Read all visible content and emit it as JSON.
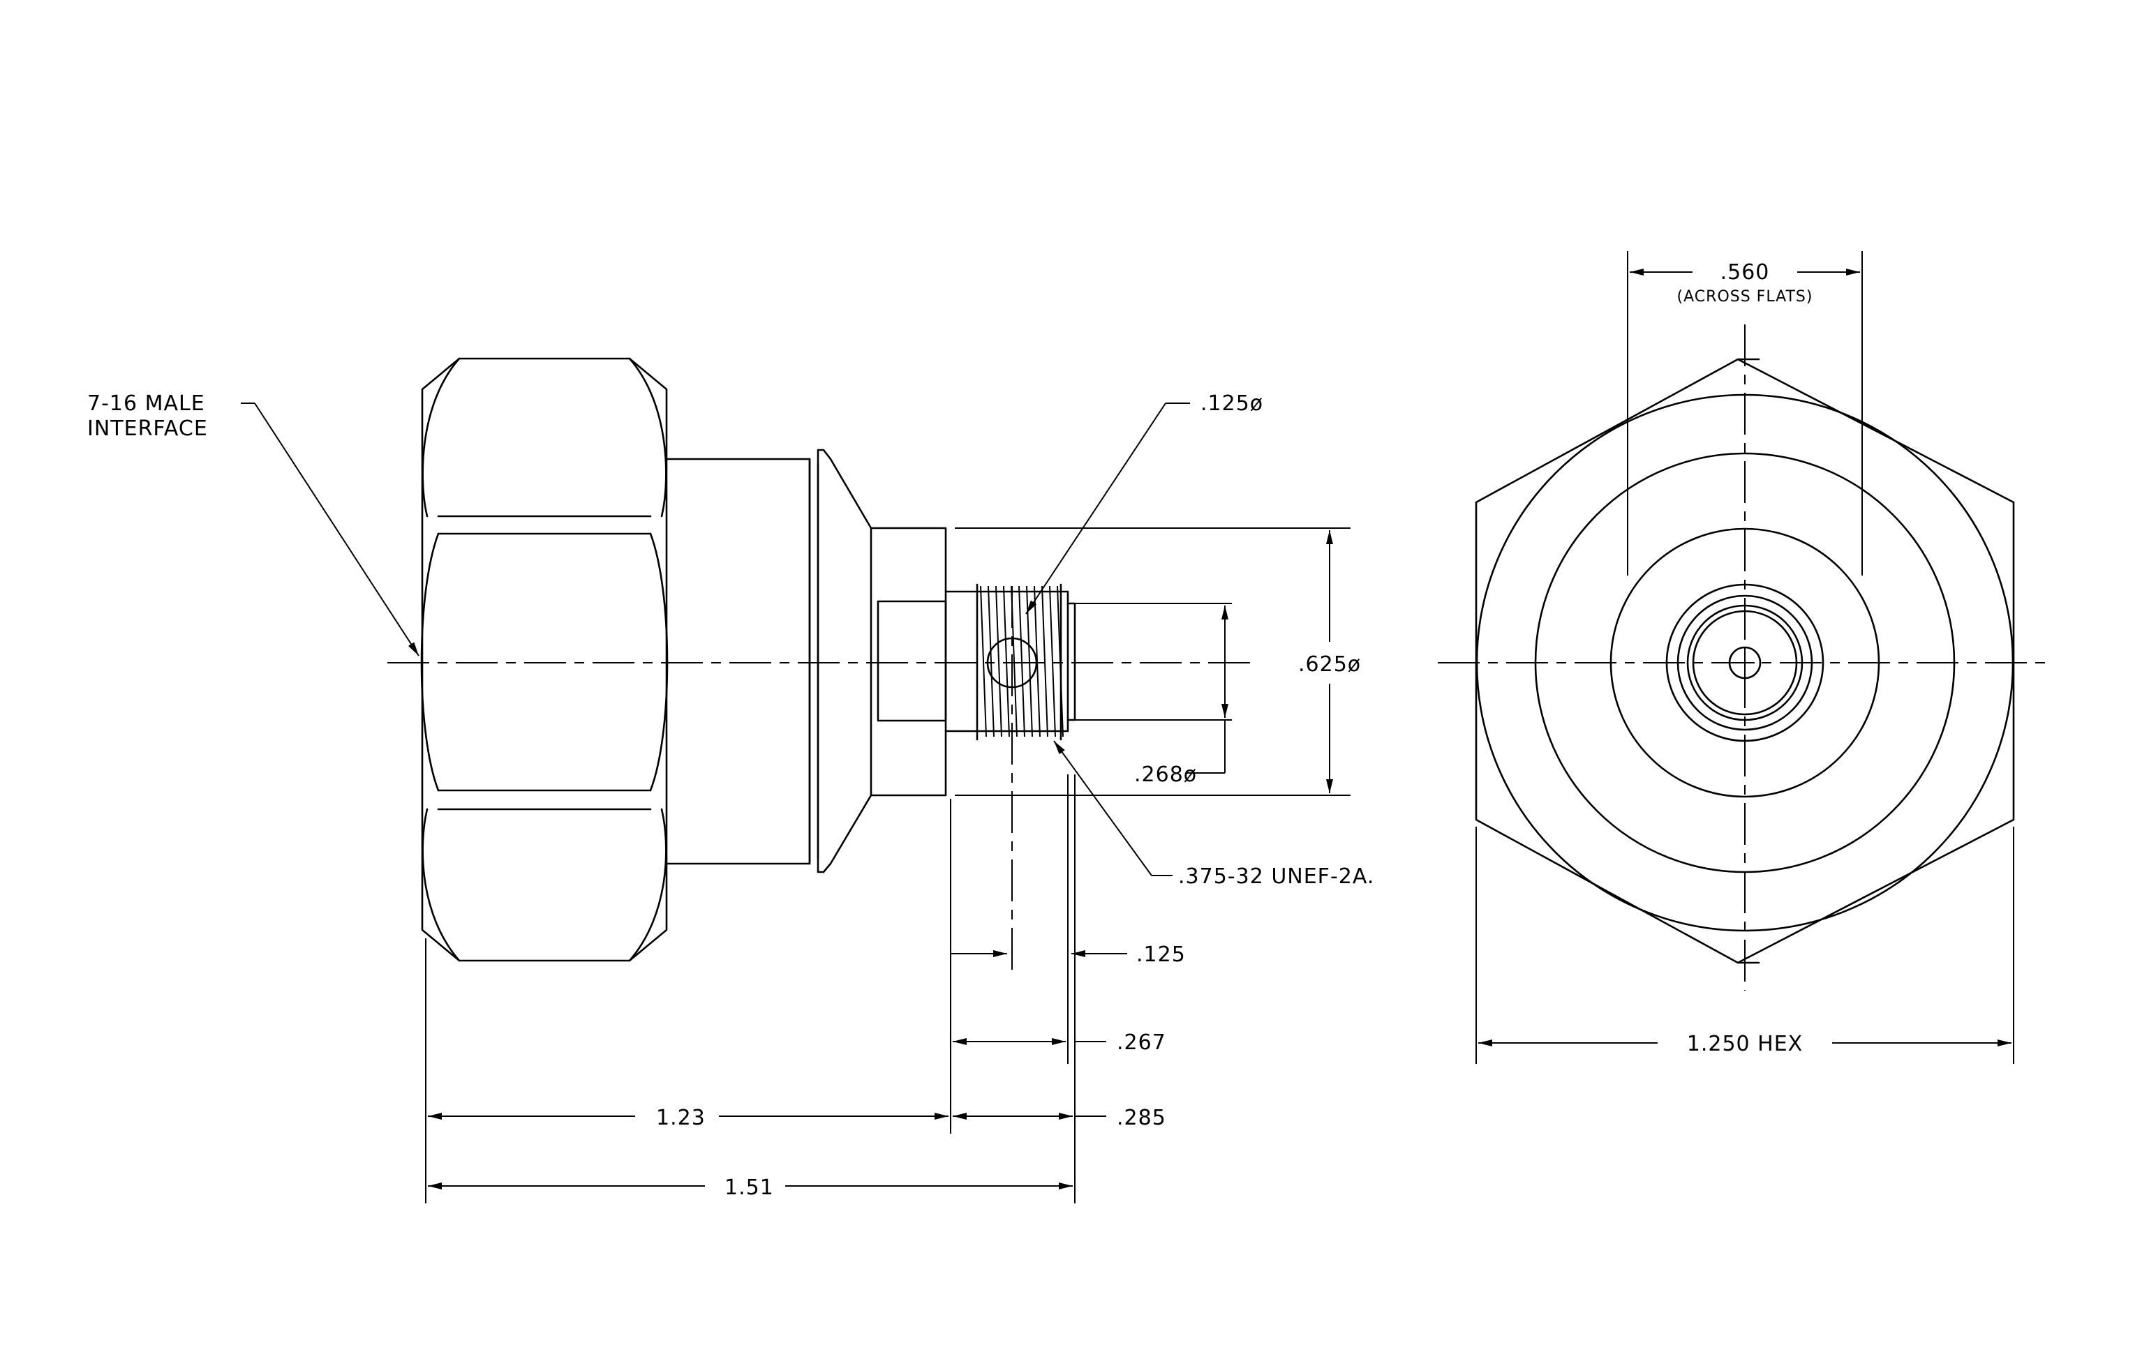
{
  "labels": {
    "interface_line1": "7-16 MALE",
    "interface_line2": "INTERFACE",
    "pin_dia": ".125ø",
    "body_dia": ".625ø",
    "tip_dia": ".268ø",
    "thread": ".375-32 UNEF-2A.",
    "across_flats_value": ".560",
    "across_flats_note": "(ACROSS FLATS)",
    "dim_125": ".125",
    "dim_267": ".267",
    "dim_285": ".285",
    "dim_123": "1.23",
    "dim_151": "1.51",
    "hex": "1.250 HEX"
  }
}
